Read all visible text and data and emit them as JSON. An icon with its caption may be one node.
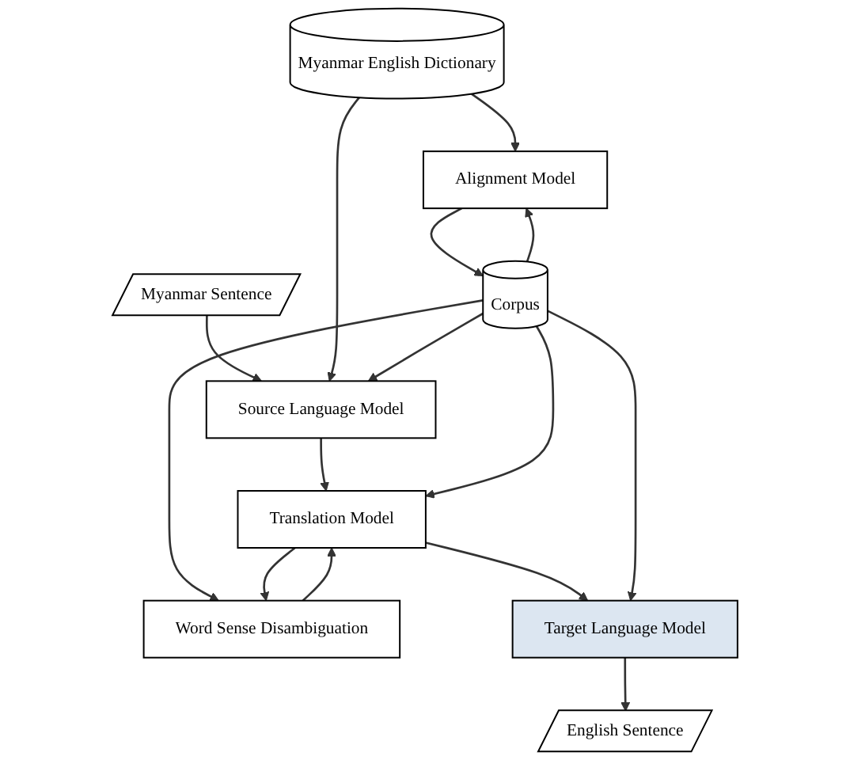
{
  "diagram": {
    "nodes": [
      {
        "text": [
          "Myanmar Sentence"
        ]
      },
      {
        "text": [
          "Alignment Model"
        ]
      },
      {
        "text": [
          "Source Language Model"
        ]
      },
      {
        "text": [
          "Myanmar English Dictionary"
        ]
      },
      {
        "text": [
          "Corpus"
        ]
      },
      {
        "text": [
          "Translation Model"
        ]
      },
      {
        "text": [
          "Word Sense Disambiguation"
        ]
      },
      {
        "text": [
          "Target Language Model"
        ]
      },
      {
        "text": [
          "English Sentence"
        ]
      }
    ],
    "edges": [
      {
        "from": 0,
        "to": 2,
        "arrow": "to"
      },
      {
        "from": 3,
        "to": 1,
        "arrow": "to"
      },
      {
        "from": 1,
        "to": 4,
        "arrow": "to"
      },
      {
        "from": 4,
        "to": 1,
        "arrow": "to"
      },
      {
        "from": 3,
        "to": 2,
        "arrow": "to"
      },
      {
        "from": 2,
        "to": 5,
        "arrow": "to"
      },
      {
        "from": 4,
        "to": 2,
        "arrow": "to"
      },
      {
        "from": 4,
        "to": 5,
        "arrow": "to"
      },
      {
        "from": 4,
        "to": 6,
        "arrow": "to"
      },
      {
        "from": 5,
        "to": 6,
        "arrow": "to"
      },
      {
        "from": 6,
        "to": 5,
        "arrow": "to"
      },
      {
        "from": 5,
        "to": 7,
        "arrow": "to"
      },
      {
        "from": 4,
        "to": 7,
        "arrow": "to"
      },
      {
        "from": 7,
        "to": 8,
        "arrow": "to"
      }
    ]
  }
}
